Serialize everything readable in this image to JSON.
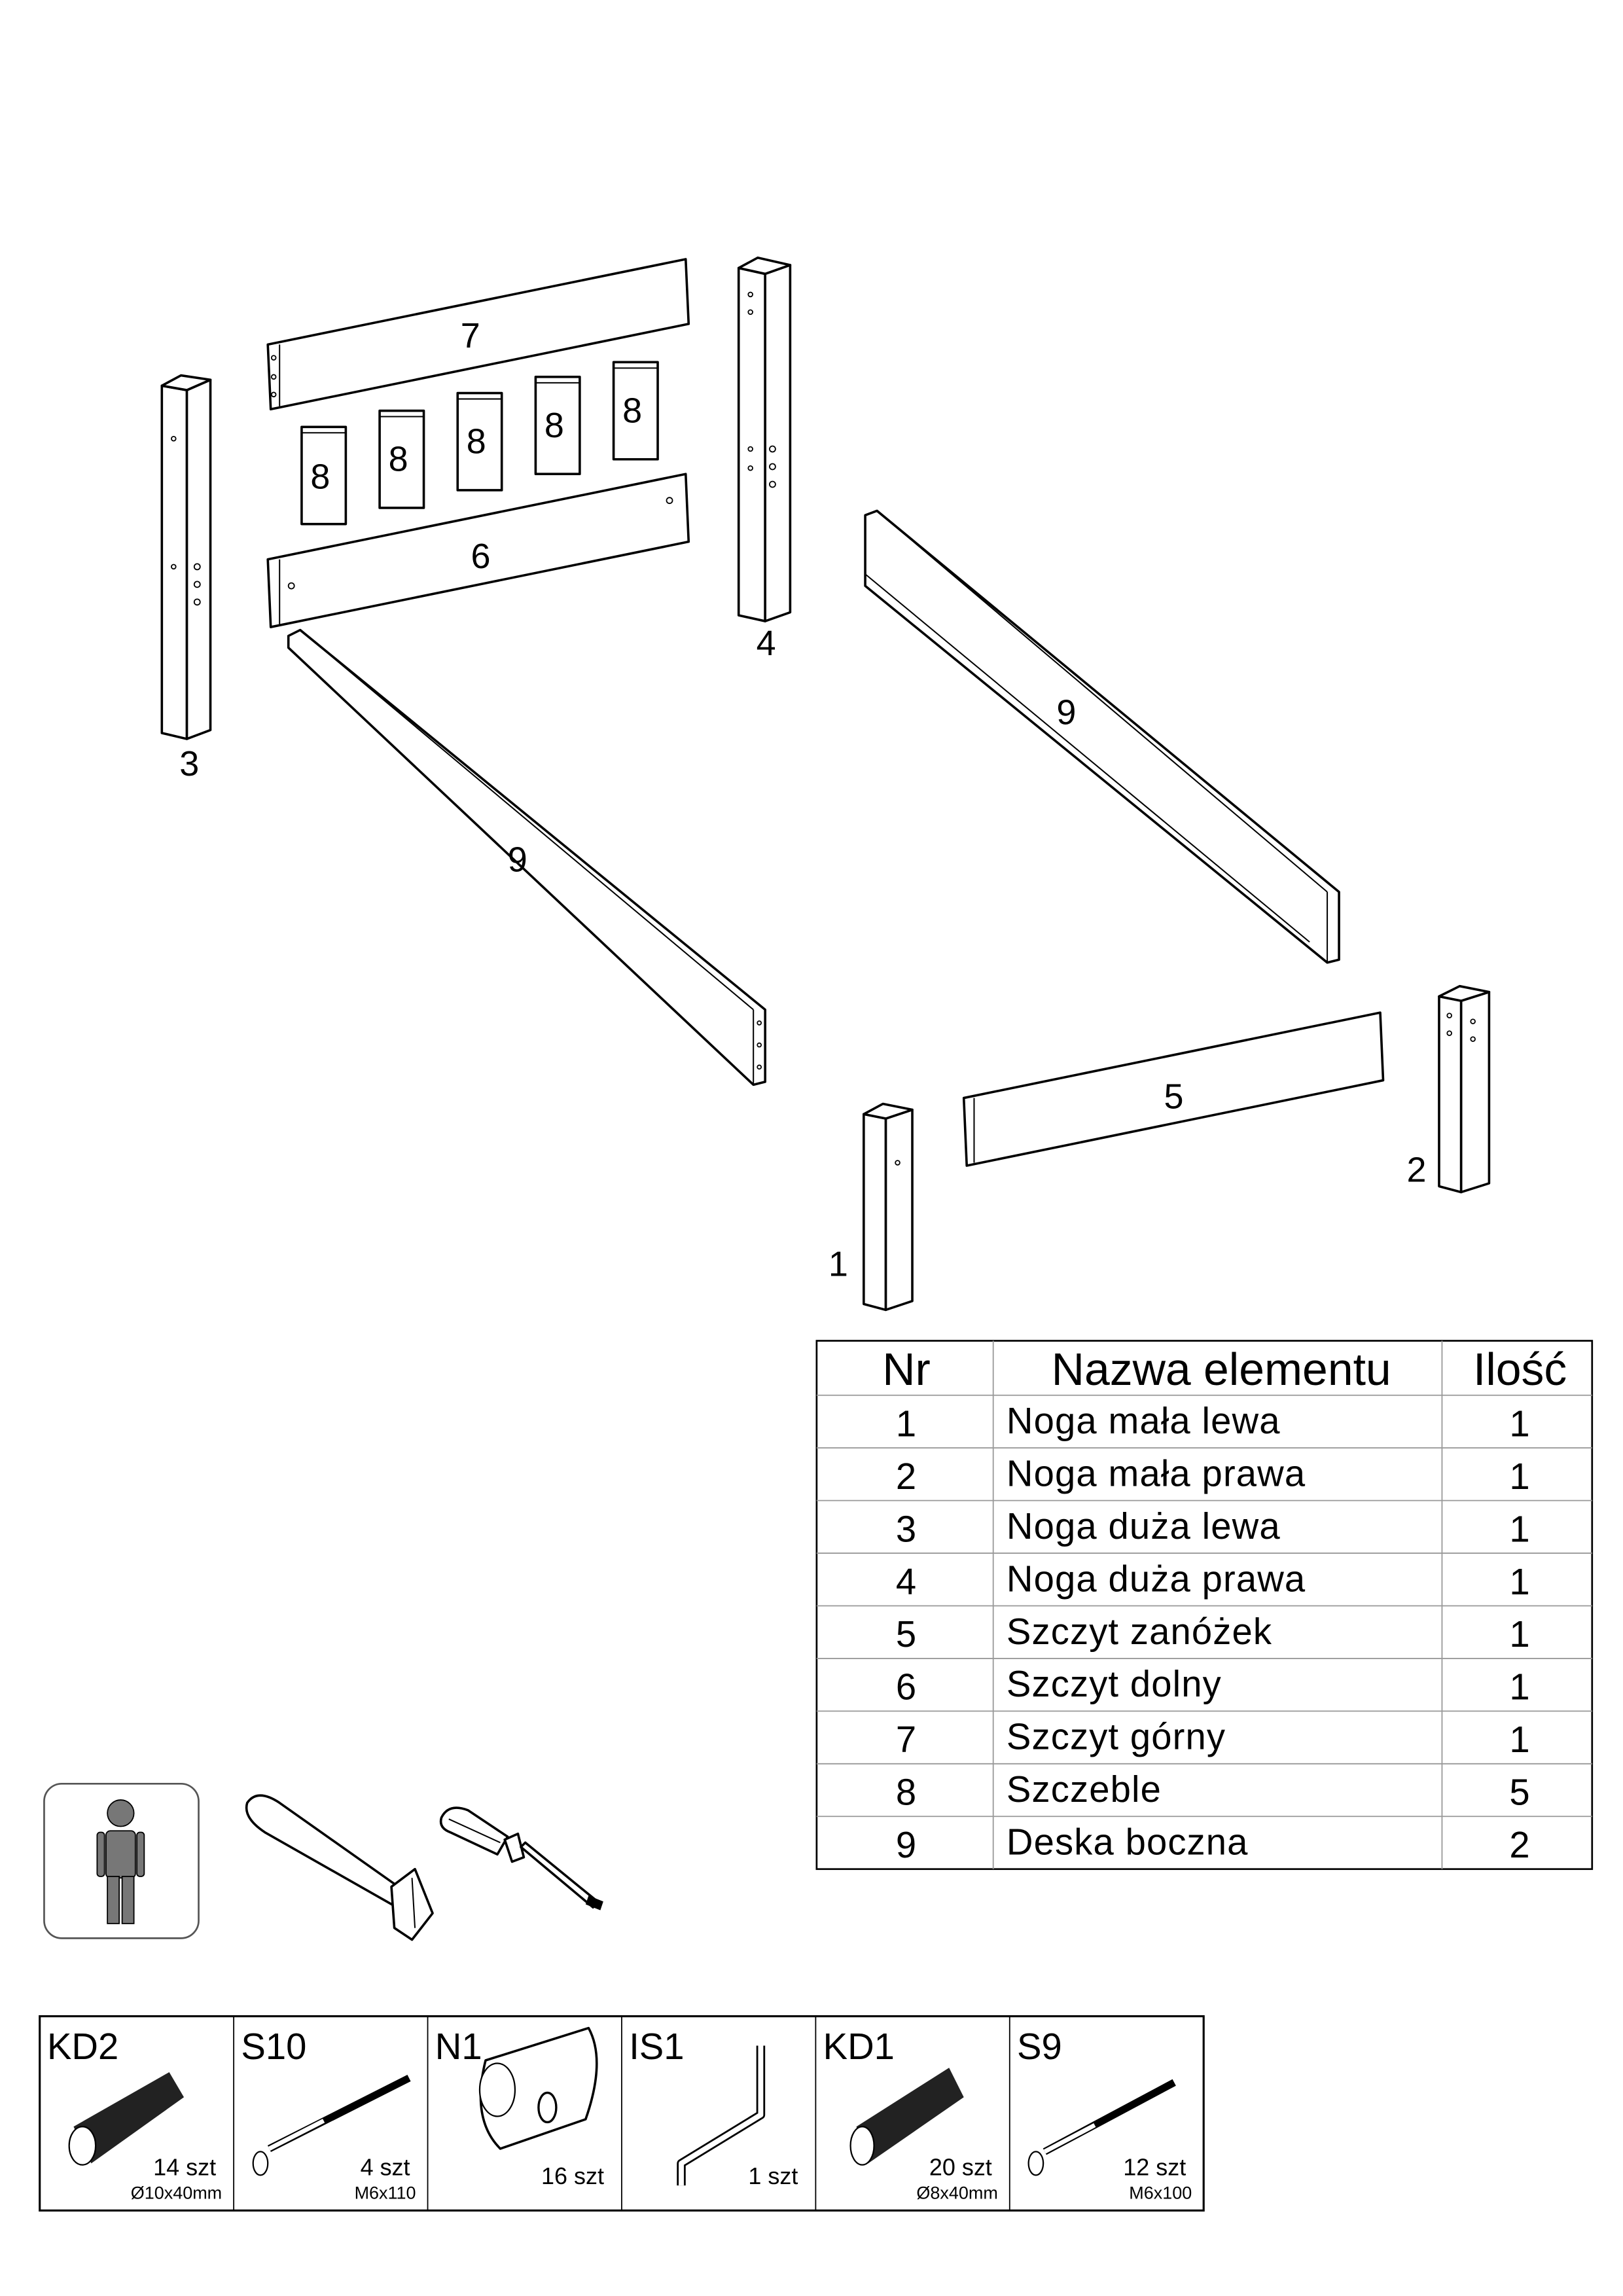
{
  "parts_labels": {
    "p1": "1",
    "p2": "2",
    "p3": "3",
    "p4": "4",
    "p5": "5",
    "p6": "6",
    "p7": "7",
    "p8": "8",
    "p9": "9"
  },
  "table": {
    "headers": {
      "nr": "Nr",
      "name": "Nazwa elementu",
      "qty": "Ilość"
    },
    "rows": [
      {
        "nr": "1",
        "name": "Noga mała lewa",
        "qty": "1"
      },
      {
        "nr": "2",
        "name": "Noga mała prawa",
        "qty": "1"
      },
      {
        "nr": "3",
        "name": "Noga duża lewa",
        "qty": "1"
      },
      {
        "nr": "4",
        "name": "Noga duża prawa",
        "qty": "1"
      },
      {
        "nr": "5",
        "name": "Szczyt zanóżek",
        "qty": "1"
      },
      {
        "nr": "6",
        "name": "Szczyt dolny",
        "qty": "1"
      },
      {
        "nr": "7",
        "name": "Szczyt górny",
        "qty": "1"
      },
      {
        "nr": "8",
        "name": "Szczeble",
        "qty": "5"
      },
      {
        "nr": "9",
        "name": "Deska boczna",
        "qty": "2"
      }
    ]
  },
  "tools": [
    "person-icon",
    "hammer-icon",
    "screwdriver-icon"
  ],
  "hardware": [
    {
      "code": "KD2",
      "qty": "14 szt",
      "spec": "Ø10x40mm"
    },
    {
      "code": "S10",
      "qty": "4 szt",
      "spec": "M6x110"
    },
    {
      "code": "N1",
      "qty": "16 szt",
      "spec": ""
    },
    {
      "code": "IS1",
      "qty": "1 szt",
      "spec": ""
    },
    {
      "code": "KD1",
      "qty": "20 szt",
      "spec": "Ø8x40mm"
    },
    {
      "code": "S9",
      "qty": "12 szt",
      "spec": "M6x100"
    }
  ]
}
